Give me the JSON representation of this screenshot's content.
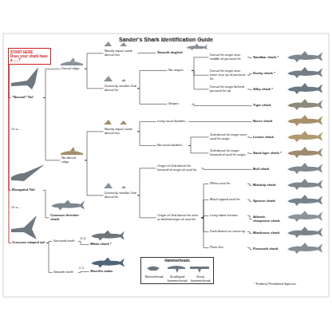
{
  "diagram": {
    "title": "Sander's Shark Identification Guide",
    "nodes": [
      {
        "text": [
          "START HERE",
          "Does your shark have a .....?"
        ]
      },
      {
        "text": [
          "\"Normal\" Tail"
        ]
      },
      {
        "text": [
          "Elongated Tail"
        ]
      },
      {
        "text": [
          "Crescent shaped tail"
        ]
      },
      {
        "text": [
          "Dorsal ridge"
        ]
      },
      {
        "text": [
          "No dorsal ridge"
        ]
      },
      {
        "text": [
          "Common thresher shark"
        ]
      },
      {
        "text": [
          "Serrated teeth"
        ]
      },
      {
        "text": [
          "Smooth teeth"
        ]
      },
      {
        "text": [
          "White shark *"
        ]
      },
      {
        "text": [
          "Shortfin mako"
        ]
      },
      {
        "text": [
          "Nearly equal sized dorsal fins"
        ]
      },
      {
        "text": [
          "Distinctly smaller 2nd dorsal fin"
        ]
      },
      {
        "text": [
          "Smooth dogfish"
        ]
      },
      {
        "text": [
          "No stripes"
        ]
      },
      {
        "text": [
          "Stripes"
        ]
      },
      {
        "text": [
          "Dorsal fin origin over middle of pectoral fin"
        ]
      },
      {
        "text": [
          "Dorsal fin origin over inner rear tip of pectoral fin"
        ]
      },
      {
        "text": [
          "Dorsal fin origin behind pectoral fin tip"
        ]
      },
      {
        "text": [
          "Sandbar shark *"
        ]
      },
      {
        "text": [
          "Dusky shark *"
        ]
      },
      {
        "text": [
          "Silky shark *"
        ]
      },
      {
        "text": [
          "Tiger shark"
        ]
      },
      {
        "text": [
          "Nearly equal sized dorsal fins"
        ]
      },
      {
        "text": [
          "Distinctly smaller 2nd dorsal fin"
        ]
      },
      {
        "text": [
          "Long nasal barbels"
        ]
      },
      {
        "text": [
          "No nasal barbels"
        ]
      },
      {
        "text": [
          "Nurse shark"
        ]
      },
      {
        "text": [
          "2nd dorsal fin origin over anal fin origin"
        ]
      },
      {
        "text": [
          "2nd dorsal fin origin forward of anal fin origin"
        ]
      },
      {
        "text": [
          "Lemon shark"
        ]
      },
      {
        "text": [
          "Sand tiger shark *"
        ]
      },
      {
        "text": [
          "Origin of 2nd dorsal fin forward of origin of anal fin"
        ]
      },
      {
        "text": [
          "Origin of 2nd dorsal fin over or behind origin of anal fin"
        ]
      },
      {
        "text": [
          "Bull shark"
        ]
      },
      {
        "text": [
          "White anal fin"
        ]
      },
      {
        "text": [
          "Black tipped anal fin"
        ]
      },
      {
        "text": [
          "Long labial furrows"
        ]
      },
      {
        "text": [
          "Dark blotch on snout tip"
        ]
      },
      {
        "text": [
          "Plain fins"
        ]
      },
      {
        "text": [
          "Blacktip shark"
        ]
      },
      {
        "text": [
          "Spinner shark"
        ]
      },
      {
        "text": [
          "Atlantic sharpnose shark"
        ]
      },
      {
        "text": [
          "Blacknose shark"
        ]
      },
      {
        "text": [
          "Finetooth shark"
        ]
      },
      {
        "text": [
          "Hammerheads"
        ]
      },
      {
        "text": [
          "Bonnethead"
        ],
        "in": 45
      },
      {
        "text": [
          "Scalloped hammerhead"
        ],
        "in": 45
      },
      {
        "text": [
          "Great hammerhead"
        ],
        "in": 45
      }
    ],
    "edges": [
      {
        "from": 0,
        "to": 1,
        "arrow": "none"
      },
      {
        "from": 0,
        "to": 2,
        "arrow": "none"
      },
      {
        "from": 0,
        "to": 3,
        "arrow": "none"
      },
      {
        "from": 1,
        "to": 4,
        "arrow": "none"
      },
      {
        "from": 1,
        "to": 5,
        "arrow": "none"
      },
      {
        "from": 2,
        "to": 6,
        "arrow": "none"
      },
      {
        "from": 3,
        "to": 7,
        "arrow": "none"
      },
      {
        "from": 3,
        "to": 8,
        "arrow": "none"
      },
      {
        "from": 7,
        "to": 9,
        "arrow": "none"
      },
      {
        "from": 8,
        "to": 10,
        "arrow": "none"
      },
      {
        "from": 4,
        "to": 11,
        "arrow": "none"
      },
      {
        "from": 4,
        "to": 12,
        "arrow": "none"
      },
      {
        "from": 11,
        "to": 13,
        "arrow": "none"
      },
      {
        "from": 12,
        "to": 14,
        "arrow": "none"
      },
      {
        "from": 12,
        "to": 15,
        "arrow": "none"
      },
      {
        "from": 14,
        "to": 16,
        "arrow": "none"
      },
      {
        "from": 14,
        "to": 17,
        "arrow": "none"
      },
      {
        "from": 14,
        "to": 18,
        "arrow": "none"
      },
      {
        "from": 16,
        "to": 19,
        "arrow": "none"
      },
      {
        "from": 17,
        "to": 20,
        "arrow": "none"
      },
      {
        "from": 18,
        "to": 21,
        "arrow": "none"
      },
      {
        "from": 15,
        "to": 22,
        "arrow": "none"
      },
      {
        "from": 5,
        "to": 23,
        "arrow": "none"
      },
      {
        "from": 5,
        "to": 24,
        "arrow": "none"
      },
      {
        "from": 23,
        "to": 25,
        "arrow": "none"
      },
      {
        "from": 23,
        "to": 26,
        "arrow": "none"
      },
      {
        "from": 25,
        "to": 27,
        "arrow": "none"
      },
      {
        "from": 26,
        "to": 28,
        "arrow": "none"
      },
      {
        "from": 26,
        "to": 29,
        "arrow": "none"
      },
      {
        "from": 28,
        "to": 30,
        "arrow": "none"
      },
      {
        "from": 29,
        "to": 31,
        "arrow": "none"
      },
      {
        "from": 24,
        "to": 32,
        "arrow": "none"
      },
      {
        "from": 24,
        "to": 33,
        "arrow": "none"
      },
      {
        "from": 32,
        "to": 34,
        "arrow": "none"
      },
      {
        "from": 33,
        "to": 35,
        "arrow": "none"
      },
      {
        "from": 33,
        "to": 36,
        "arrow": "none"
      },
      {
        "from": 33,
        "to": 37,
        "arrow": "none"
      },
      {
        "from": 33,
        "to": 38,
        "arrow": "none"
      },
      {
        "from": 33,
        "to": 39,
        "arrow": "none"
      },
      {
        "from": 35,
        "to": 40,
        "arrow": "none"
      },
      {
        "from": 36,
        "to": 41,
        "arrow": "none"
      },
      {
        "from": 37,
        "to": 42,
        "arrow": "none"
      },
      {
        "from": 38,
        "to": 43,
        "arrow": "none"
      },
      {
        "from": 39,
        "to": 44,
        "arrow": "none"
      }
    ],
    "labels": [
      "Or a....",
      "Or a...",
      "* Federal Prohibited Species"
    ]
  }
}
